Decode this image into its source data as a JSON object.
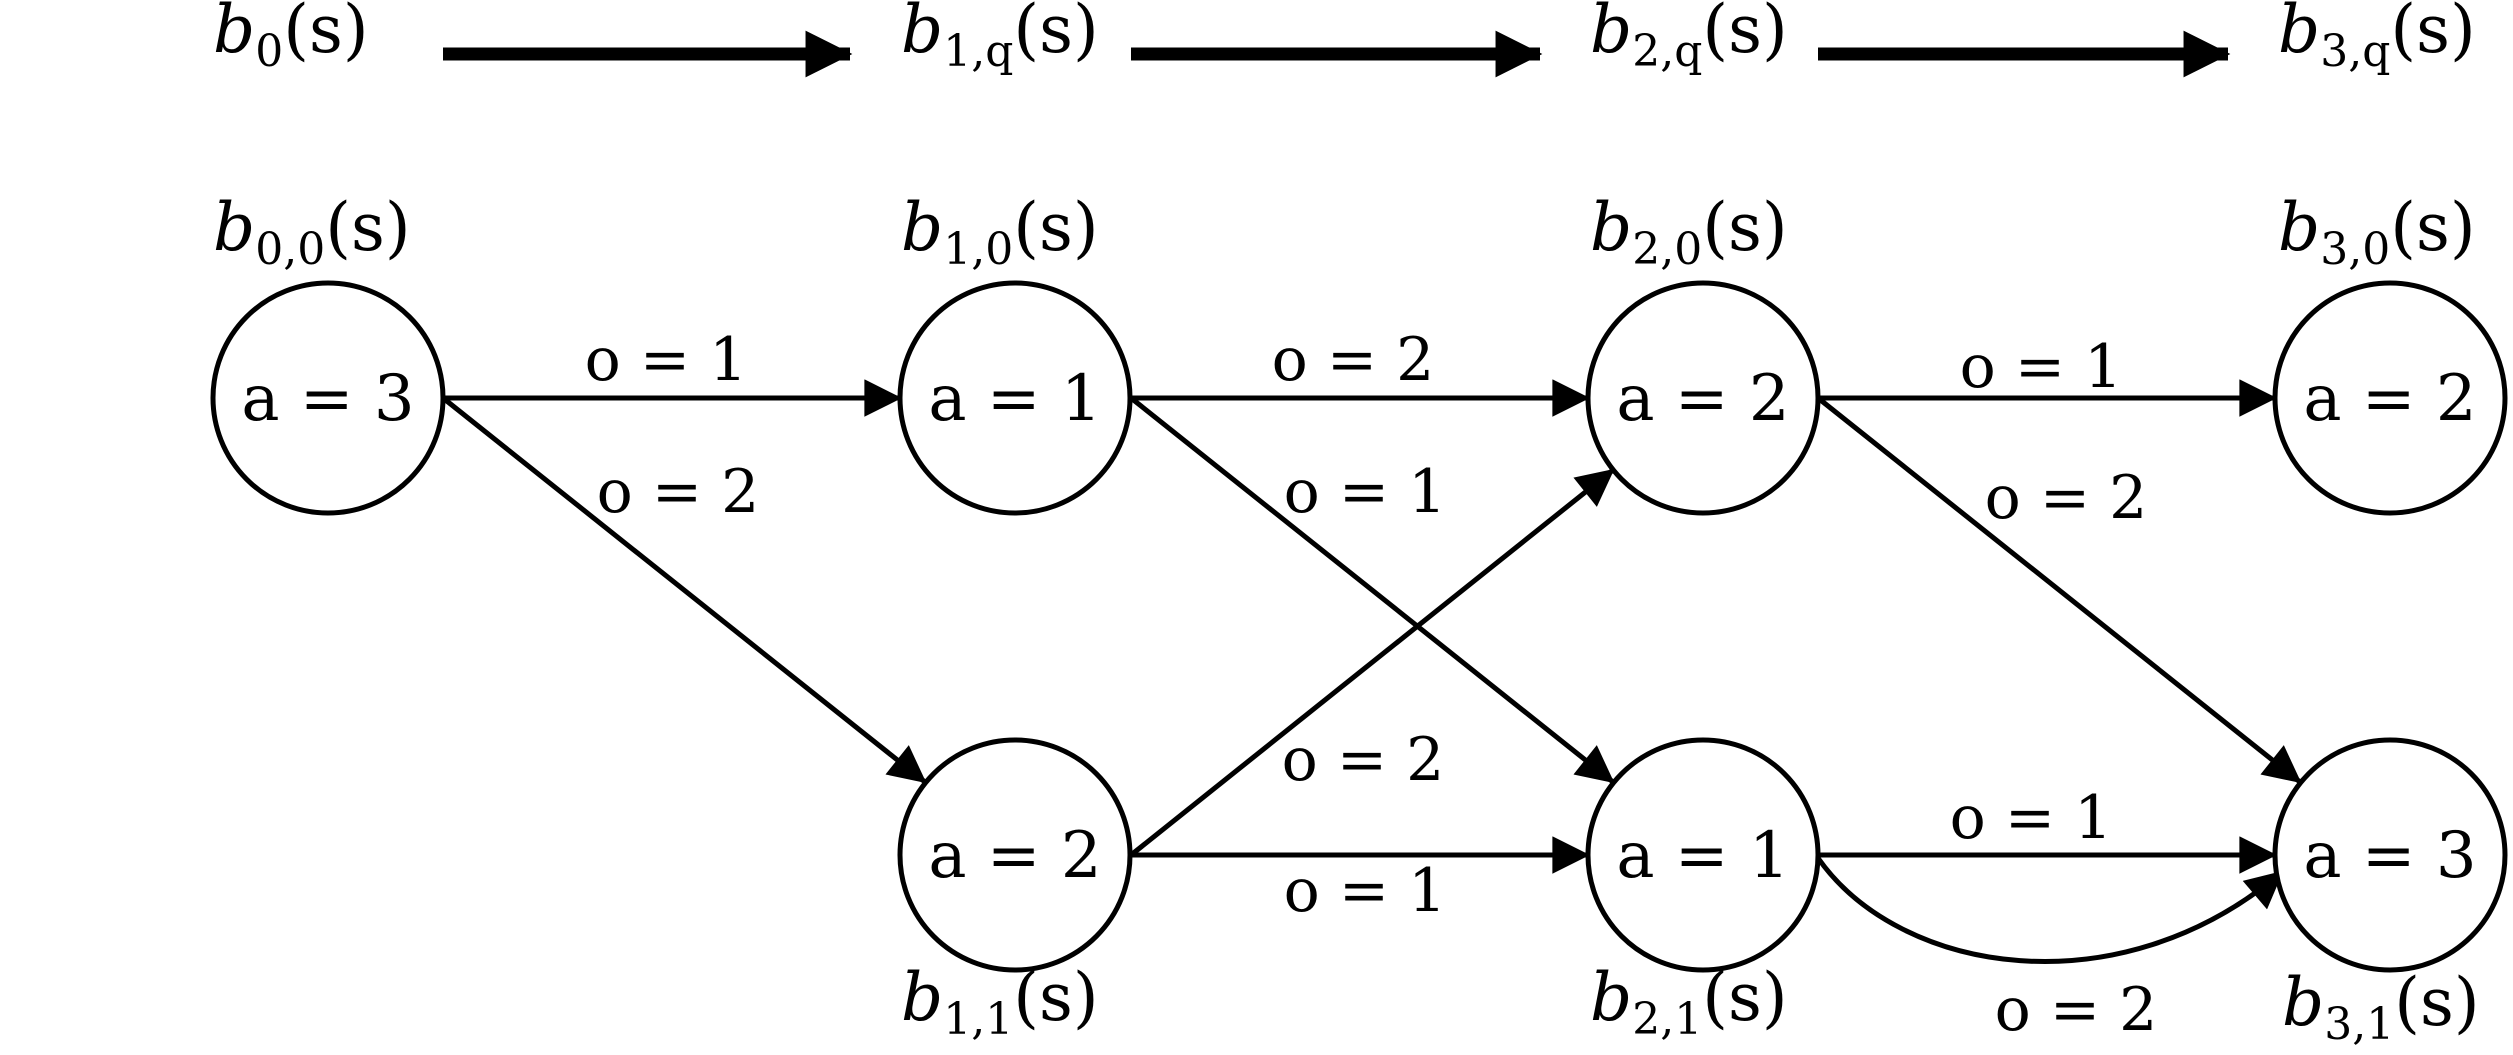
{
  "timeline": {
    "labels": [
      {
        "id": "t0",
        "base": "b",
        "sub": "0",
        "arg": "(s)"
      },
      {
        "id": "t1",
        "base": "b",
        "sub": "1,q",
        "arg": "(s)"
      },
      {
        "id": "t2",
        "base": "b",
        "sub": "2,q",
        "arg": "(s)"
      },
      {
        "id": "t3",
        "base": "b",
        "sub": "3,q",
        "arg": "(s)"
      }
    ]
  },
  "nodes": [
    {
      "id": "n00",
      "action": "a = 3",
      "belief": {
        "base": "b",
        "sub": "0,0",
        "arg": "(s)"
      }
    },
    {
      "id": "n10",
      "action": "a = 1",
      "belief": {
        "base": "b",
        "sub": "1,0",
        "arg": "(s)"
      }
    },
    {
      "id": "n11",
      "action": "a = 2",
      "belief": {
        "base": "b",
        "sub": "1,1",
        "arg": "(s)"
      }
    },
    {
      "id": "n20",
      "action": "a = 2",
      "belief": {
        "base": "b",
        "sub": "2,0",
        "arg": "(s)"
      }
    },
    {
      "id": "n21",
      "action": "a = 1",
      "belief": {
        "base": "b",
        "sub": "2,1",
        "arg": "(s)"
      }
    },
    {
      "id": "n30",
      "action": "a = 2",
      "belief": {
        "base": "b",
        "sub": "3,0",
        "arg": "(s)"
      }
    },
    {
      "id": "n31",
      "action": "a = 3",
      "belief": {
        "base": "b",
        "sub": "3,1",
        "arg": "(s)"
      }
    }
  ],
  "edges": [
    {
      "id": "e1",
      "from": "n00",
      "to": "n10",
      "label": "o = 1"
    },
    {
      "id": "e2",
      "from": "n00",
      "to": "n11",
      "label": "o = 2"
    },
    {
      "id": "e3",
      "from": "n10",
      "to": "n20",
      "label": "o = 2"
    },
    {
      "id": "e4",
      "from": "n10",
      "to": "n21",
      "label": "o = 1"
    },
    {
      "id": "e5",
      "from": "n11",
      "to": "n20",
      "label": "o = 2"
    },
    {
      "id": "e6",
      "from": "n11",
      "to": "n21",
      "label": "o = 1"
    },
    {
      "id": "e7",
      "from": "n20",
      "to": "n30",
      "label": "o = 1"
    },
    {
      "id": "e8",
      "from": "n20",
      "to": "n31",
      "label": "o = 2"
    },
    {
      "id": "e9",
      "from": "n21",
      "to": "n31",
      "label": "o = 1"
    },
    {
      "id": "e10",
      "from": "n21",
      "to": "n31",
      "label": "o = 2"
    }
  ]
}
